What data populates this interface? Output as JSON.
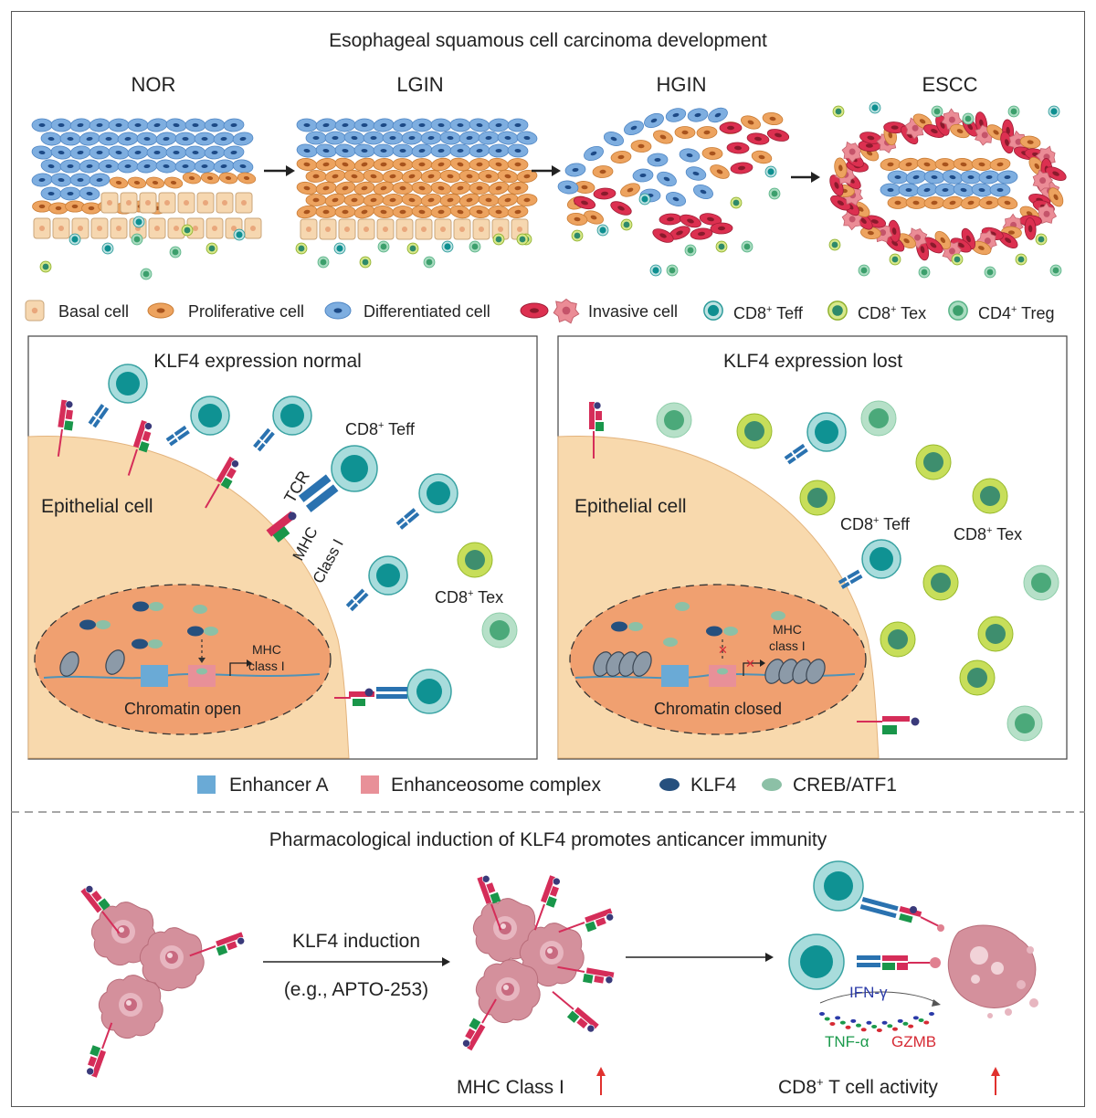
{
  "title": "Esophageal squamous cell carcinoma development",
  "stages": [
    "NOR",
    "LGIN",
    "HGIN",
    "ESCC"
  ],
  "legend_top": {
    "basal": "Basal cell",
    "proliferative": "Proliferative cell",
    "differentiated": "Differentiated cell",
    "invasive": "Invasive cell",
    "teff": "CD8",
    "teff_sup": "+",
    "teff_suffix": " Teff",
    "tex": "CD8",
    "tex_sup": "+",
    "tex_suffix": " Tex",
    "treg": "CD4",
    "treg_sup": "+",
    "treg_suffix": " Treg"
  },
  "panel_left": {
    "title": "KLF4 expression normal",
    "cell_label": "Epithelial cell",
    "tcr": "TCR",
    "mhc_line1": "MHC",
    "mhc_line2": "Class I",
    "teff": "CD8",
    "teff_sup": "+",
    "teff_suffix": " Teff",
    "tex": "CD8",
    "tex_sup": "+",
    "tex_suffix": " Tex",
    "gene_line1": "MHC",
    "gene_line2": "class I",
    "chromatin": "Chromatin open"
  },
  "panel_right": {
    "title": "KLF4 expression lost",
    "cell_label": "Epithelial cell",
    "teff": "CD8",
    "teff_sup": "+",
    "teff_suffix": " Teff",
    "tex": "CD8",
    "tex_sup": "+",
    "tex_suffix": " Tex",
    "gene_line1": "MHC",
    "gene_line2": "class I",
    "chromatin": "Chromatin closed"
  },
  "legend_mid": {
    "enhancer": "Enhancer A",
    "enhanceosome": "Enhanceosome complex",
    "klf4": "KLF4",
    "creb": "CREB/ATF1"
  },
  "bottom": {
    "title": "Pharmacological induction of KLF4 promotes anticancer immunity",
    "induction": "KLF4 induction",
    "example": "(e.g., APTO-253)",
    "mhc_up": "MHC Class I",
    "tcell_prefix": "CD8",
    "tcell_sup": "+",
    "tcell_suffix": " T cell  activity",
    "ifn": "IFN-γ",
    "tnf": "TNF-α",
    "gzmb": "GZMB"
  },
  "colors": {
    "basal": "#f6d7b0",
    "proliferative": "#eda35f",
    "differentiated": "#7eaee0",
    "invasive_red": "#dc3050",
    "invasive_pink": "#eb8c96",
    "teff": "#159b9c",
    "tex": "#a6c63d",
    "treg": "#58b386",
    "enhancer": "#6aaad6",
    "enhanceosome": "#e89098",
    "klf4": "#26507e",
    "creb": "#8cc0a6",
    "cell_body": "#f8d9ad",
    "nucleus": "#f0a070",
    "mhc_red": "#d52d59",
    "mhc_green": "#19964a",
    "tcr_blue": "#2a72b0",
    "tumor": "#d4909c"
  }
}
